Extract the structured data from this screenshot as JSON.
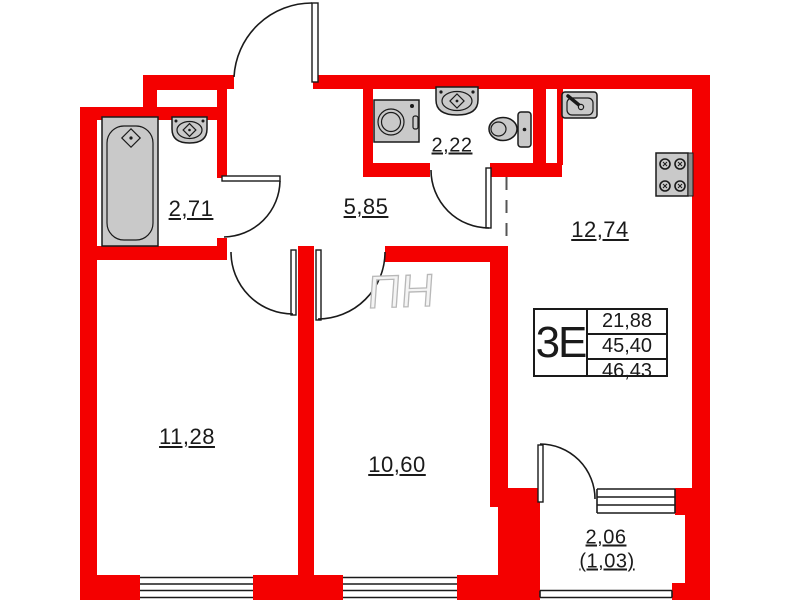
{
  "plan": {
    "rooms": [
      {
        "name": "bathroom",
        "area": "2,71"
      },
      {
        "name": "hallway",
        "area": "5,85"
      },
      {
        "name": "wc",
        "area": "2,22"
      },
      {
        "name": "kitchen-living",
        "area": "12,74"
      },
      {
        "name": "bedroom-1",
        "area": "11,28"
      },
      {
        "name": "bedroom-2",
        "area": "10,60"
      },
      {
        "name": "balcony",
        "area": "2,06",
        "area_reduced": "(1,03)"
      }
    ],
    "info_box": {
      "type_label": "3Е",
      "living_area": "21,88",
      "apartment_area": "45,40",
      "total_area": "46,43"
    },
    "watermark": "ПН",
    "colors": {
      "wall": "#f40000",
      "fixture": "#c9c9c9",
      "line": "#1a1a1a"
    }
  }
}
